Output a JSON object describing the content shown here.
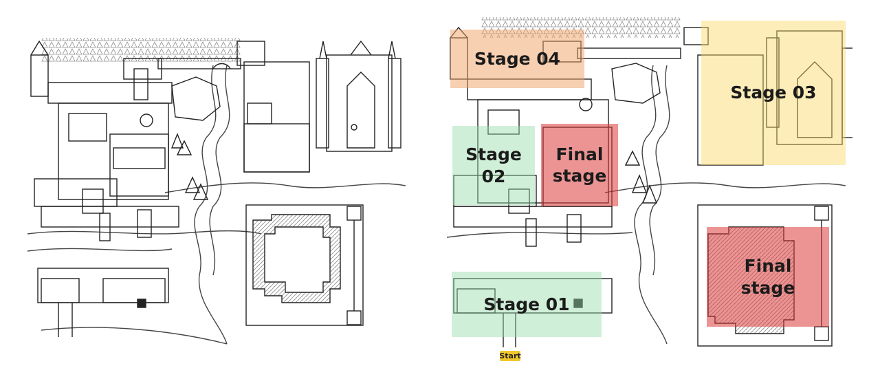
{
  "colors": {
    "line": "#222222",
    "hatch": "#9a9a9a",
    "stage01": "rgba(150,220,170,0.45)",
    "stage02": "rgba(150,220,170,0.45)",
    "stage03": "rgba(248,215,100,0.45)",
    "stage04": "rgba(240,160,100,0.50)",
    "final": "rgba(220,60,60,0.55)",
    "start": "#f2c72d"
  },
  "labels": {
    "stage01": "Stage 01",
    "stage02": "Stage\n02",
    "stage03": "Stage 03",
    "stage04": "Stage 04",
    "final_a": "Final\nstage",
    "final_b": "Final\nstage",
    "start": "Start"
  }
}
